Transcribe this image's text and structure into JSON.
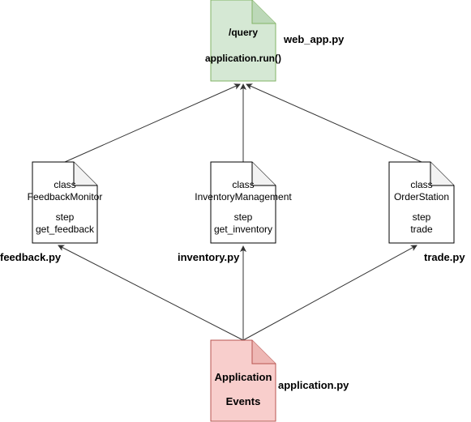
{
  "colors": {
    "web_fill": "#d5e8d4",
    "web_stroke": "#82b366",
    "app_fill": "#f8cecc",
    "app_stroke": "#b85450",
    "plain_fill": "#ffffff",
    "plain_stroke": "#000000",
    "edge": "#333333"
  },
  "nodes": {
    "web_app": {
      "line1": "/query",
      "line2": "application.run()",
      "file": "web_app.py"
    },
    "feedback": {
      "line1": "class",
      "line2": "FeedbackMonitor",
      "line3": "step",
      "line4": "get_feedback",
      "file": "feedback.py"
    },
    "inventory": {
      "line1": "class",
      "line2": "InventoryManagement",
      "line3": "step",
      "line4": "get_inventory",
      "file": "inventory.py"
    },
    "trade": {
      "line1": "class",
      "line2": "OrderStation",
      "line3": "step",
      "line4": "trade",
      "file": "trade.py"
    },
    "application": {
      "line1": "Application",
      "line2": "Events",
      "file": "application.py"
    }
  },
  "edges": [
    {
      "from": "application",
      "to": "feedback"
    },
    {
      "from": "application",
      "to": "inventory"
    },
    {
      "from": "application",
      "to": "trade"
    },
    {
      "from": "feedback",
      "to": "web_app"
    },
    {
      "from": "inventory",
      "to": "web_app"
    },
    {
      "from": "trade",
      "to": "web_app"
    }
  ]
}
